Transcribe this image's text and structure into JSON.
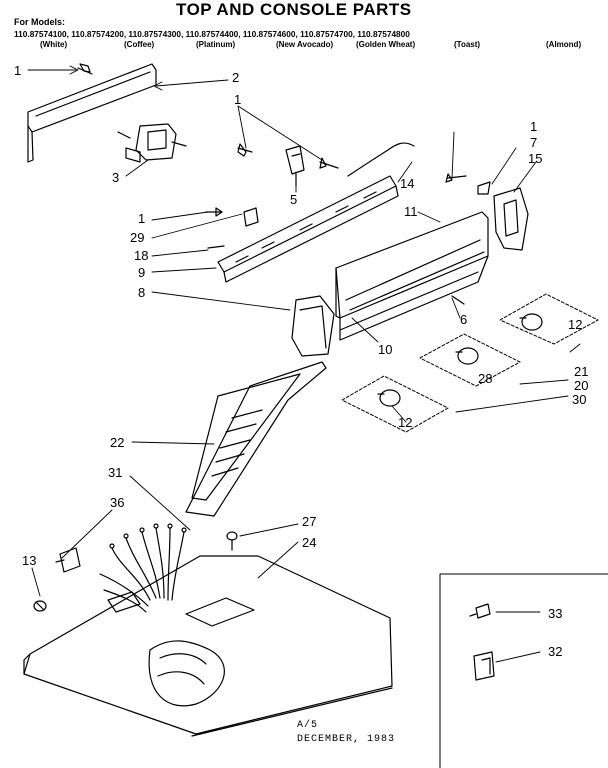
{
  "title": "TOP AND CONSOLE PARTS",
  "for_models_label": "For Models:",
  "models": "110.87574100, 110.87574200, 110.87574300, 110.87574400, 110.87574600, 110.87574700, 110.87574800",
  "finishes": [
    "(White)",
    "(Coffee)",
    "(Platinum)",
    "(New Avocado)",
    "(Golden Wheat)",
    "(Toast)",
    "(Almond)"
  ],
  "callouts": {
    "c1a": "1",
    "c2": "2",
    "c1b": "1",
    "c3": "3",
    "c5": "5",
    "c14": "14",
    "c1c": "1",
    "c7": "7",
    "c15": "15",
    "c11": "11",
    "c1d": "1",
    "c29": "29",
    "c18": "18",
    "c9": "9",
    "c8": "8",
    "c6": "6",
    "c12a": "12",
    "c10": "10",
    "c28": "28",
    "c21": "21",
    "c20": "20",
    "c30": "30",
    "c12b": "12",
    "c22": "22",
    "c31": "31",
    "c36": "36",
    "c27": "27",
    "c24": "24",
    "c13": "13",
    "c33": "33",
    "c32": "32"
  },
  "footer": {
    "line1": "A/5",
    "line2": "DECEMBER, 1983"
  }
}
